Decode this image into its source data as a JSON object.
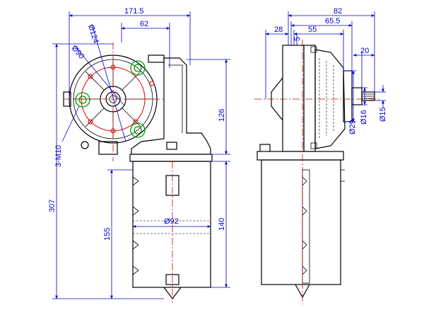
{
  "front_view": {
    "dimensions": {
      "overall_width": "171.5",
      "hole_spacing": "62",
      "bolt_circle_large": "Ø124",
      "bolt_circle_small": "Ø90",
      "mounting_thread": "3-M10",
      "upper_height": "126",
      "overall_height": "307",
      "motor_length": "155",
      "motor_diameter": "Ø92",
      "motor_offset": "140"
    }
  },
  "side_view": {
    "dimensions": {
      "overall_depth": "82",
      "depth_to_face": "65.5",
      "depth_to_flange": "55",
      "flange_offset": "28",
      "face_gap": "5",
      "shaft_length": "20",
      "hub_diameter": "Ø29",
      "boss_diameter": "Ø16",
      "shaft_diameter": "Ø15"
    }
  },
  "colors": {
    "outline": "#000000",
    "dimension": "#0000cc",
    "centerline": "#d40000",
    "mounting_holes": "#009900"
  }
}
